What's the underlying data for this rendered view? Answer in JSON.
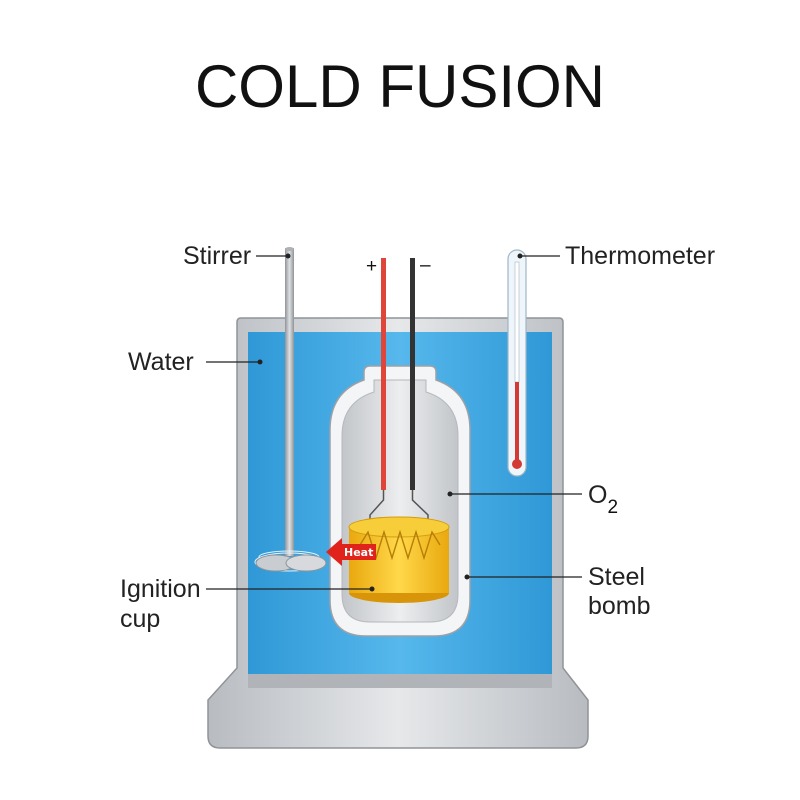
{
  "title": "COLD FUSION",
  "colors": {
    "water": "#3aa7e0",
    "vessel": "#c9ccd0",
    "bomb": "#d4d6d9",
    "cup": "#f2c21a",
    "positive_wire": "#e0453a",
    "negative_wire": "#333333",
    "heat_arrow": "#e0241b"
  },
  "labels": {
    "stirrer": "Stirrer",
    "thermometer": "Thermometer",
    "water": "Water",
    "o2_base": "O",
    "o2_sub": "2",
    "steel_bomb_line1": "Steel",
    "steel_bomb_line2": "bomb",
    "ignition_cup_line1": "Ignition",
    "ignition_cup_line2": "cup",
    "heat": "Heat",
    "plus": "+",
    "minus": "–"
  },
  "icons": [
    "heat-arrow-icon"
  ]
}
